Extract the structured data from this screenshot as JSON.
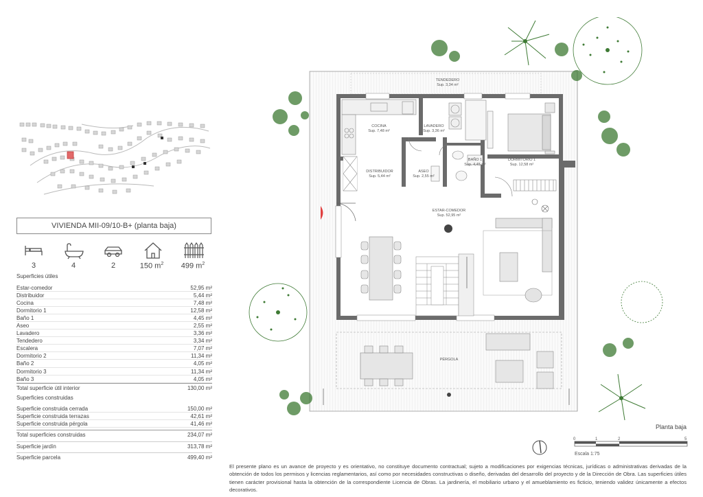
{
  "unit": {
    "title": "VIVIENDA MII-09/10-B+ (planta baja)",
    "stats": [
      {
        "icon": "bed-icon",
        "value": "3"
      },
      {
        "icon": "bathtub-icon",
        "value": "4"
      },
      {
        "icon": "car-icon",
        "value": "2"
      },
      {
        "icon": "house-icon",
        "value": "150 m",
        "unit_sup": "2"
      },
      {
        "icon": "fence-icon",
        "value": "499 m",
        "unit_sup": "2"
      }
    ]
  },
  "useful": {
    "title": "Superficies útiles",
    "rows": [
      {
        "name": "Estar-comedor",
        "value": "52,95 m²"
      },
      {
        "name": "Distribuidor",
        "value": "5,44 m²"
      },
      {
        "name": "Cocina",
        "value": "7,48 m²"
      },
      {
        "name": "Dormitorio 1",
        "value": "12,58 m²"
      },
      {
        "name": "Baño 1",
        "value": "4,45 m²"
      },
      {
        "name": "Aseo",
        "value": "2,55 m²"
      },
      {
        "name": "Lavadero",
        "value": "3,36 m²"
      },
      {
        "name": "Tendedero",
        "value": "3,34 m²"
      },
      {
        "name": "Escalera",
        "value": "7,07 m²"
      },
      {
        "name": "Dormitorio 2",
        "value": "11,34 m²"
      },
      {
        "name": "Baño 2",
        "value": "4,05 m²"
      },
      {
        "name": "Dormitorio 3",
        "value": "11,34 m²"
      },
      {
        "name": "Baño 3",
        "value": "4,05 m²"
      }
    ],
    "total_label": "Total superficie útil interior",
    "total_value": "130,00 m²"
  },
  "built": {
    "title": "Superficies construidas",
    "rows": [
      {
        "name": "Superficie construida cerrada",
        "value": "150,00 m²"
      },
      {
        "name": "Superficie construida terrazas",
        "value": "42,61 m²"
      },
      {
        "name": "Superficie construida pérgola",
        "value": "41,46 m²"
      }
    ],
    "total_label": "Total superficies construidas",
    "total_value": "234,07 m²"
  },
  "garden": {
    "label": "Superficie jardín",
    "value": "313,78 m²"
  },
  "plot": {
    "label": "Superficie parcela",
    "value": "499,40 m²"
  },
  "rooms": {
    "tendedero": {
      "name": "TENDEDERO",
      "area": "Sup. 3,34 m²"
    },
    "cocina": {
      "name": "COCINA",
      "area": "Sup. 7,48 m²"
    },
    "lavadero": {
      "name": "LAVADERO",
      "area": "Sup. 3,36 m²"
    },
    "bano1": {
      "name": "BAÑO 1",
      "area": "Sup. 4,45 m²"
    },
    "dormitorio1": {
      "name": "DORMITORIO 1",
      "area": "Sup. 12,58 m²"
    },
    "distribuidor": {
      "name": "DISTRIBUIDOR",
      "area": "Sup. 5,44 m²"
    },
    "aseo": {
      "name": "ASEO",
      "area": "Sup. 2,55 m²"
    },
    "estar": {
      "name": "ESTAR-COMEDOR",
      "area": "Sup. 52,95 m²"
    },
    "pergola": {
      "name": "PÉRGOLA"
    }
  },
  "plan_label": "Planta baja",
  "scale": {
    "ticks": [
      "0",
      "1",
      "2",
      "5"
    ],
    "label": "Escala 1:75"
  },
  "disclaimer": "El presente plano es un avance de proyecto y es orientativo, no constituye documento contractual; sujeto a modificaciones por exigencias técnicas, jurídicas o administrativas derivadas de la obtención de todos los permisos y licencias reglamentarios, así como por necesidades constructivas o diseño, derivadas del desarrollo del proyecto y de la Dirección de Obra. Las superficies útiles tienen carácter provisional hasta la obtención de la correspondiente Licencia de Obras. La jardinería, el mobiliario urbano y el amueblamiento es ficticio, teniendo validez únicamente a efectos decorativos.",
  "colors": {
    "wall": "#6b6b6b",
    "tree": "#3e7a34",
    "highlight": "#e04040"
  }
}
